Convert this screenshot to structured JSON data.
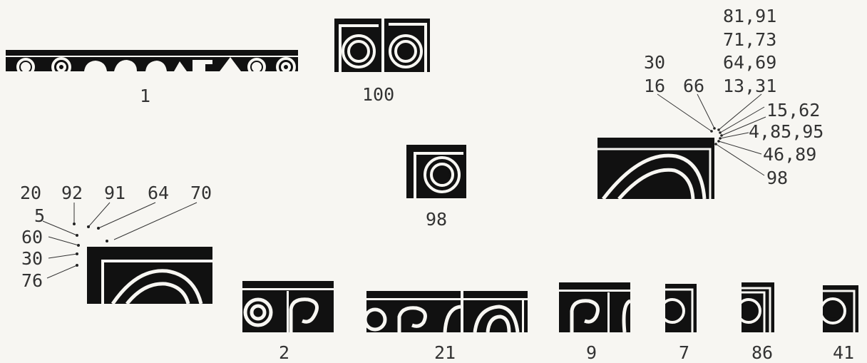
{
  "labels": {
    "specimen_1": "1",
    "specimen_100": "100",
    "specimen_98": "98",
    "specimen_2": "2",
    "specimen_21": "21",
    "specimen_9": "9",
    "specimen_7": "7",
    "specimen_86": "86",
    "specimen_41": "41"
  },
  "corner_right": {
    "col_left": [
      "30",
      "16"
    ],
    "col_mid": "66",
    "col_right": [
      "81,91",
      "71,73",
      "64,69",
      "13,31"
    ],
    "side": [
      "15,62",
      "4,85,95",
      "46,89",
      "98"
    ]
  },
  "corner_left": {
    "top": [
      "20",
      "92",
      "91",
      "64",
      "70"
    ],
    "side": [
      "5",
      "60",
      "30",
      "76"
    ]
  },
  "colors": {
    "ink": "#101010",
    "paper": "#f7f6f2",
    "text": "#333333"
  }
}
